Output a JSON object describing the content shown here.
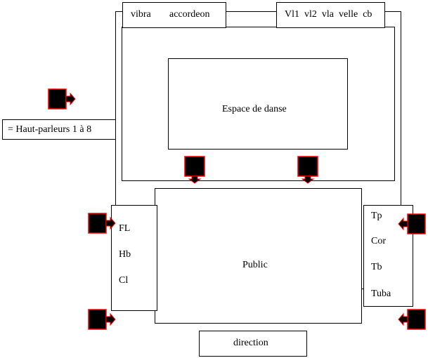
{
  "top_left_box": {
    "vibra": "vibra",
    "accordeon": "accordeon"
  },
  "top_right_box": {
    "label": "Vl1  vl2  vla  velle  cb"
  },
  "dance_space": {
    "label": "Espace de danse"
  },
  "legend": {
    "label": "= Haut-parleurs 1 à 8"
  },
  "left_box": {
    "items": [
      "FL",
      "Hb",
      "Cl"
    ]
  },
  "right_box": {
    "items": [
      "Tp",
      "Cor",
      "Tb",
      "Tuba"
    ]
  },
  "public": {
    "label": "Public"
  },
  "direction": {
    "label": "direction"
  },
  "colors": {
    "speaker_fill": "#000000",
    "speaker_border": "#ff0000"
  }
}
